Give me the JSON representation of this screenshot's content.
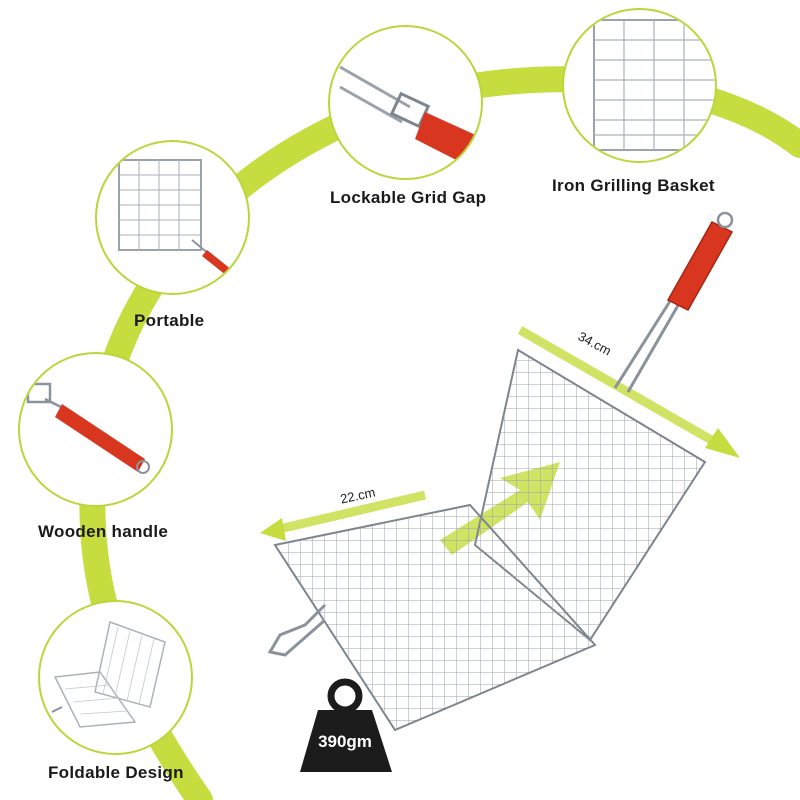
{
  "features": {
    "lockable_grid_gap": "Lockable Grid Gap",
    "iron_grilling_basket": "Iron Grilling Basket",
    "portable": "Portable",
    "wooden_handle": "Wooden handle",
    "foldable_design": "Foldable Design"
  },
  "dimensions": {
    "length": "34.cm",
    "width": "22.cm"
  },
  "weight": {
    "label": "390gm"
  },
  "colors": {
    "accent": "#c6dc3f",
    "circle_border": "#b9d63a",
    "handle": "#d9361f",
    "metal": "#9aa3ab",
    "weight_icon": "#1c1c1c"
  },
  "icons": [
    "weight-icon",
    "arrow-icon"
  ]
}
